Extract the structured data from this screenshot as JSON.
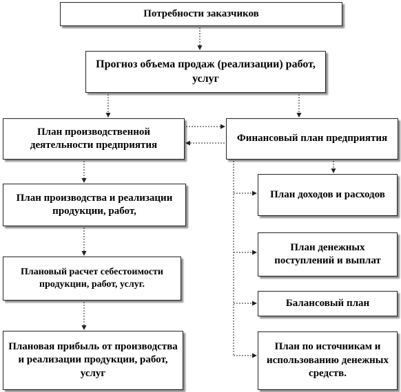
{
  "boxes": {
    "customers": "Потребности заказчиков",
    "forecast": "Прогноз объема продаж (реализации) работ, услуг",
    "production_activity_plan": "План производственной деятельности предприятия",
    "financial_plan": "Финансовый план предприятия",
    "production_sales_plan": "План производства и реализации продукции, работ,",
    "cost_calculation": "Плановый расчет себестоимости продукции, работ, услуг.",
    "planned_profit": "Плановая прибыль от производства и реализации продукции, работ, услуг",
    "income_expense_plan": "План доходов и расходов",
    "cash_flow_plan": "План денежных поступлений и выплат",
    "balance_plan": "Балансовый план",
    "sources_plan": "План по источникам и использованию денежных средств."
  }
}
